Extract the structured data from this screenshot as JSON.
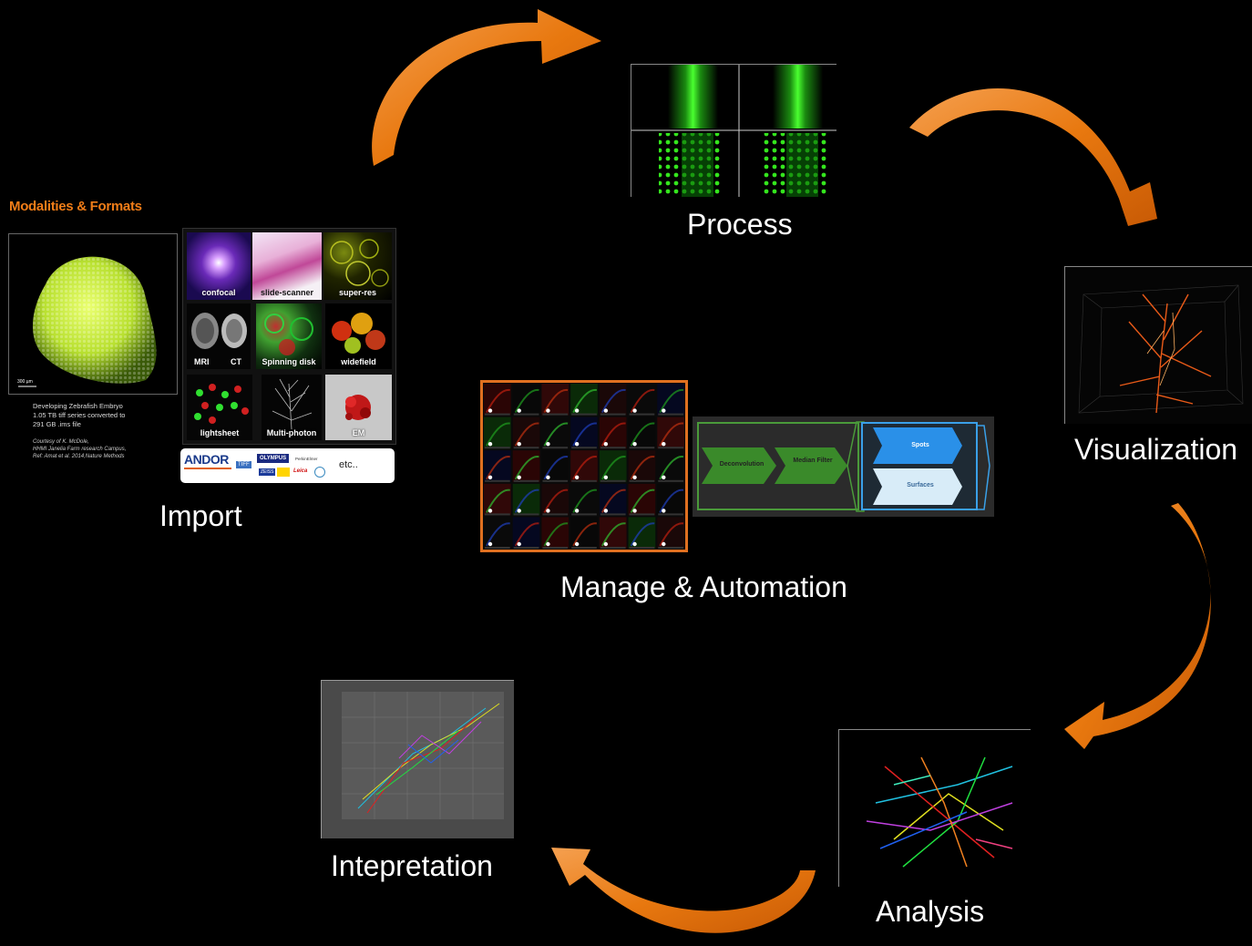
{
  "import": {
    "heading": "Modalities & Formats",
    "embryo_caption": [
      "Developing Zebrafish Embryo",
      "1.05 TB tiff series converted to",
      "291 GB .ims file"
    ],
    "credit": [
      "Courtesy of K. McDole,",
      "HHMI Janelia Farm research Campus,",
      "Ref: Amat et al. 2014,Nature Methods"
    ],
    "scale_bar": "300 µm",
    "tiles": [
      {
        "label": "confocal"
      },
      {
        "label": "slide-scanner"
      },
      {
        "label": "super-res"
      },
      {
        "label": "MRI",
        "label2": "CT"
      },
      {
        "label": "Spinning disk"
      },
      {
        "label": "widefield"
      },
      {
        "label": "lightsheet"
      },
      {
        "label": "Multi-photon"
      },
      {
        "label": "EM"
      }
    ],
    "vendors": {
      "andor": "ANDOR",
      "tiff": "TIFF",
      "olympus": "OLYMPUS",
      "perkin": "PerkinElmer",
      "zeiss": "ZEISS",
      "leica": "Leica",
      "etc": "etc.."
    },
    "label": "Import"
  },
  "stages": {
    "process": "Process",
    "visualization": "Visualization",
    "manage": "Manage & Automation",
    "analysis": "Analysis",
    "interpretation": "Intepretation"
  },
  "pipeline": {
    "step1": "Deconvolution",
    "step2": "Median Filter",
    "out1": "Spots",
    "out2": "Surfaces"
  },
  "colors": {
    "arrow": "#e8780f",
    "heading": "#f07d18",
    "manage_border": "#e07020",
    "pipeline_green": "#4a9a3a",
    "pipeline_blue": "#3aa0e8"
  }
}
